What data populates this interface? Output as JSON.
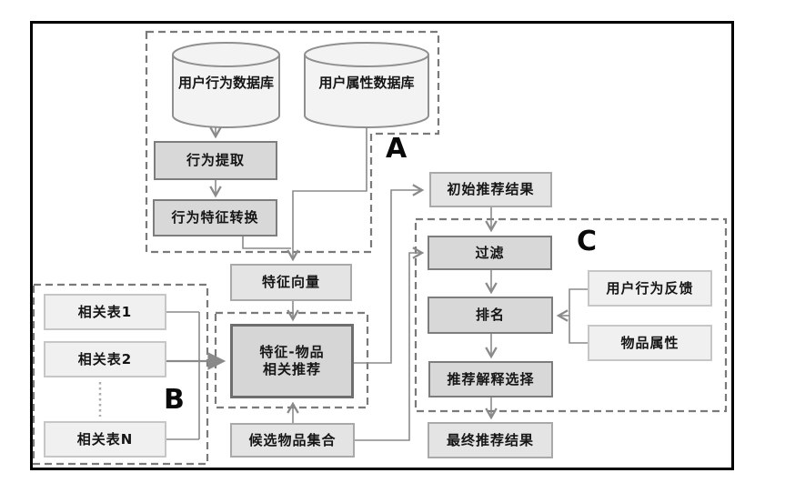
{
  "diagram_title": "",
  "groups": {
    "a": "A",
    "b": "B",
    "c": "C"
  },
  "nodes": {
    "user_behavior_db": {
      "label": "用户行为数据库",
      "shape": "cylinder"
    },
    "user_attr_db": {
      "label": "用户属性数据库",
      "shape": "cylinder"
    },
    "behavior_extract": {
      "label": "行为提取"
    },
    "behavior_feature_convert": {
      "label": "行为特征转换"
    },
    "feature_vector": {
      "label": "特征向量"
    },
    "related_table_1": {
      "label": "相关表1"
    },
    "related_table_2": {
      "label": "相关表2"
    },
    "related_table_n": {
      "label": "相关表N"
    },
    "feature_item_rec": {
      "label_line1": "特征-物品",
      "label_line2": "相关推荐"
    },
    "candidate_item_set": {
      "label": "候选物品集合"
    },
    "initial_rec_result": {
      "label": "初始推荐结果"
    },
    "filter": {
      "label": "过滤"
    },
    "rank": {
      "label": "排名"
    },
    "user_behavior_feedback": {
      "label": "用户行为反馈"
    },
    "item_attributes": {
      "label": "物品属性"
    },
    "rec_explain_select": {
      "label": "推荐解释选择"
    },
    "final_rec_result": {
      "label": "最终推荐结果"
    }
  },
  "ellipsis_between_related_tables": true,
  "edges": [
    {
      "from": "user_behavior_db",
      "to": "behavior_extract"
    },
    {
      "from": "behavior_extract",
      "to": "behavior_feature_convert"
    },
    {
      "from": "behavior_feature_convert",
      "to": "feature_vector"
    },
    {
      "from": "user_attr_db",
      "to": "feature_vector"
    },
    {
      "from": "feature_vector",
      "to": "feature_item_rec"
    },
    {
      "from": "related_table_1",
      "to": "feature_item_rec"
    },
    {
      "from": "related_table_2",
      "to": "feature_item_rec"
    },
    {
      "from": "related_table_n",
      "to": "feature_item_rec"
    },
    {
      "from": "candidate_item_set",
      "to": "feature_item_rec"
    },
    {
      "from": "feature_item_rec",
      "to": "initial_rec_result"
    },
    {
      "from": "initial_rec_result",
      "to": "filter"
    },
    {
      "from": "candidate_item_set",
      "to": "filter"
    },
    {
      "from": "filter",
      "to": "rank"
    },
    {
      "from": "user_behavior_feedback",
      "to": "rank"
    },
    {
      "from": "item_attributes",
      "to": "rank"
    },
    {
      "from": "rank",
      "to": "rec_explain_select"
    },
    {
      "from": "rec_explain_select",
      "to": "final_rec_result"
    }
  ],
  "palette": {
    "process_fill": "#d8d8d8",
    "result_fill": "#e4e4e4",
    "input_fill": "#f0f0f0",
    "cylinder_fill": "#f3f3f3",
    "line_gray": "#8a8a8a",
    "dash_gray": "#7a7a7a",
    "frame_black": "#000000"
  }
}
